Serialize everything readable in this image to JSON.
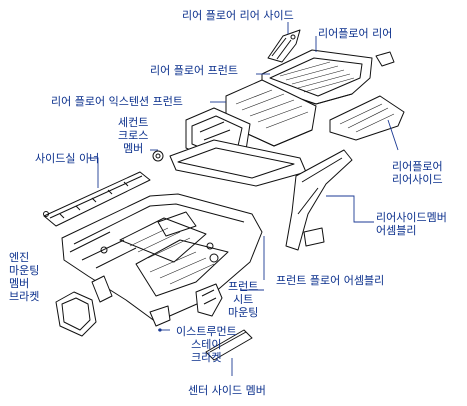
{
  "labels": {
    "rear_floor_rear_side": "리어 플로어 리어 사이드",
    "rear_floor_rear": "리어플로어 리어",
    "rear_floor_front": "리어 플로어 프런트",
    "rear_floor_extension_front": "리어 플로어 익스텐션 프런트",
    "second_cross_member": [
      "세컨트",
      "크로스",
      "멤버"
    ],
    "side_sill_inner": "사이드실 이너",
    "rear_floor_rear_side_2": [
      "리어플로어",
      "리어사이드"
    ],
    "rear_side_member_assy": [
      "리어사이드멤버",
      "어셈블리"
    ],
    "engine_mounting_bracket": [
      "엔진",
      "마운팅",
      "멤버",
      "브라켓"
    ],
    "front_floor_assy": "프런트 플로어 어셈블리",
    "front_seat_mounting": [
      "프런트",
      "시트",
      "마운팅"
    ],
    "instrument_stay_bracket": [
      "이스트루먼트",
      "스테이",
      "크라켓"
    ],
    "center_side_member": "센터 사이드 멤버"
  }
}
